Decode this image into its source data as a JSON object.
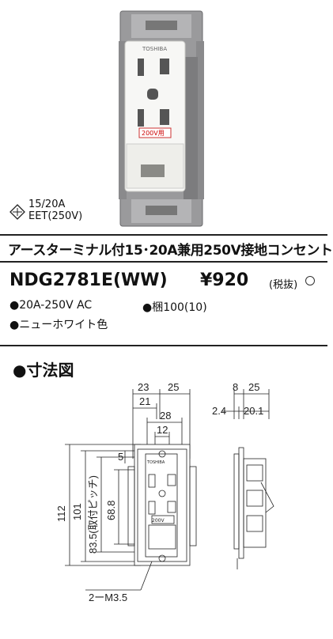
{
  "cert": {
    "line1": "15/20A",
    "line2": "EET(250V)"
  },
  "product": {
    "title": "アースターミナル付15･20A兼用250V接地コンセント",
    "model": "NDG2781E(WW)",
    "price": "¥920",
    "tax": "(税抜)"
  },
  "photo": {
    "label_brand": "TOSHIBA",
    "label_200v": "200V用"
  },
  "specs": {
    "rating": "●20A-250V AC",
    "pack": "●梱100(10)",
    "color": "●ニューホワイト色"
  },
  "section": {
    "title": "●寸法図"
  },
  "dims": {
    "d23": "23",
    "d25a": "25",
    "d21": "21",
    "d28": "28",
    "d12": "12",
    "d5": "5",
    "d112": "112",
    "d101": "101",
    "d83": "83.5(取付ピッチ)",
    "d68": "68.8",
    "screw": "2ーM3.5",
    "s8": "8",
    "s25": "25",
    "s24": "2.4",
    "s201": "20.1",
    "brand": "TOSHIBA",
    "v200": "200V"
  }
}
